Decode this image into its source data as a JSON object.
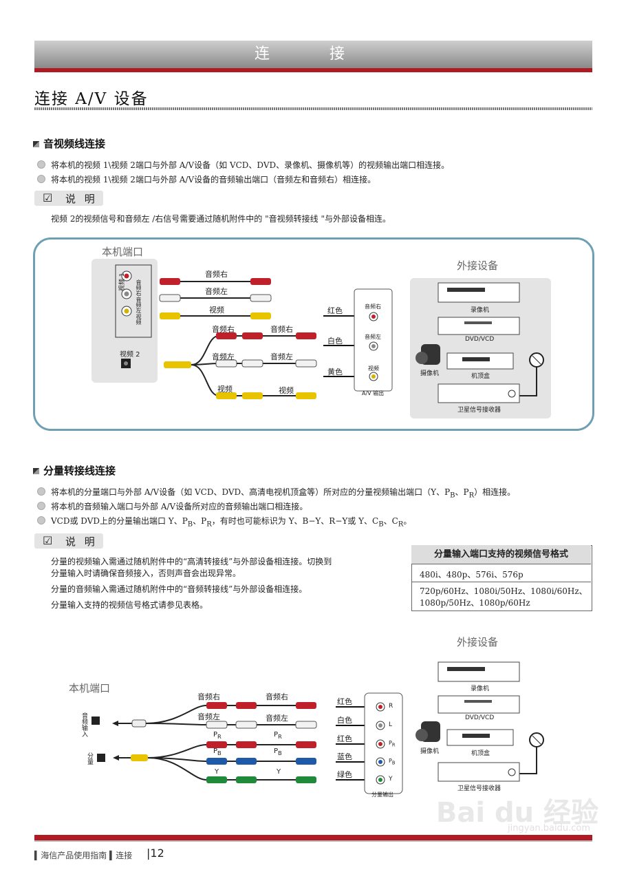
{
  "header": {
    "title": "连  接"
  },
  "section": {
    "title": "连接 A/V 设备"
  },
  "av": {
    "heading": "音视频线连接",
    "bullets": [
      "将本机的视频 1\\视频 2端口与外部 A/V设备（如 VCD、DVD、录像机、摄像机等）的视频输出端口相连接。",
      "将本机的视频 1\\视频 2端口与外部 A/V设备的音频输出端口（音频左和音频右）相连接。"
    ],
    "note_label": "说 明",
    "note": "视频 2的视频信号和音频左 /右信号需要通过随机附件中的 \"音视频转接线 \"与外部设备相连。"
  },
  "diagram1": {
    "local_ports": "本机端口",
    "external": "外接设备",
    "video1": "视频 1",
    "video2": "视频 2",
    "port_labels": [
      "音频右",
      "音频左",
      "视频"
    ],
    "cables": [
      "音频右",
      "音频左",
      "视频",
      "音频右",
      "音频右",
      "音频左",
      "音频左",
      "视频",
      "视频"
    ],
    "colors": [
      "红色",
      "白色",
      "黄色"
    ],
    "out_labels": [
      "音频右",
      "音频左",
      "视频"
    ],
    "out_title": "A/V 输出",
    "devices": [
      "录像机",
      "DVD/VCD",
      "摄像机",
      "机顶盒",
      "卫星信号接收器"
    ]
  },
  "comp": {
    "heading": "分量转接线连接",
    "bullets": [
      "将本机的分量端口与外部 A/V设备（如 VCD、DVD、高清电视机顶盒等）所对应的分量视频输出端口（Y、P",
      "B",
      "、P",
      "R",
      "）相连接。",
      "将本机的音频输入端口与外部 A/V设备所对应的音频输出端口相连接。",
      "VCD或 DVD上的分量输出端口 Y、P",
      "B",
      "、P",
      "R",
      "，有时也可能标识为 Y、B−Y、R−Y或 Y、C",
      "B",
      "、C",
      "R",
      "。"
    ],
    "note_label": "说 明",
    "notes": [
      "分量的视频输入需通过随机附件中的“高清转接线”与外部设备相连接。切换到",
      "分量输入时请确保音频接入，否则声音会出现异常。",
      "分量的音频输入需通过随机附件中的“音频转接线”与外部设备相连接。",
      "分量输入支持的视频信号格式请参见表格。"
    ]
  },
  "format_table": {
    "title": "分量输入端口支持的视频信号格式",
    "row1": "480i、480p、576i、576p",
    "row2a": "720p/60Hz、1080i/50Hz、1080i/60Hz、",
    "row2b": "1080p/50Hz、1080p/60Hz"
  },
  "diagram2": {
    "local_ports": "本机端口",
    "external": "外接设备",
    "audio_in": "音频输入",
    "component": "分量",
    "cables": [
      "音频右",
      "音频右",
      "音频左",
      "音频左",
      "P",
      "R",
      "P",
      "R",
      "P",
      "B",
      "P",
      "B",
      "Y",
      "Y"
    ],
    "colors": [
      "红色",
      "白色",
      "红色",
      "蓝色",
      "绿色"
    ],
    "jacks": [
      "R",
      "L",
      "P",
      "R",
      "P",
      "B",
      "Y"
    ],
    "out_title": "分量输出",
    "devices": [
      "录像机",
      "DVD/VCD",
      "摄像机",
      "机顶盒",
      "卫星信号接收器"
    ]
  },
  "footer": {
    "guide": "海信产品使用指南",
    "section": "连接",
    "page": "12"
  },
  "watermark": {
    "brand": "Bai du 经验",
    "url": "jingyan.baidu.com"
  }
}
